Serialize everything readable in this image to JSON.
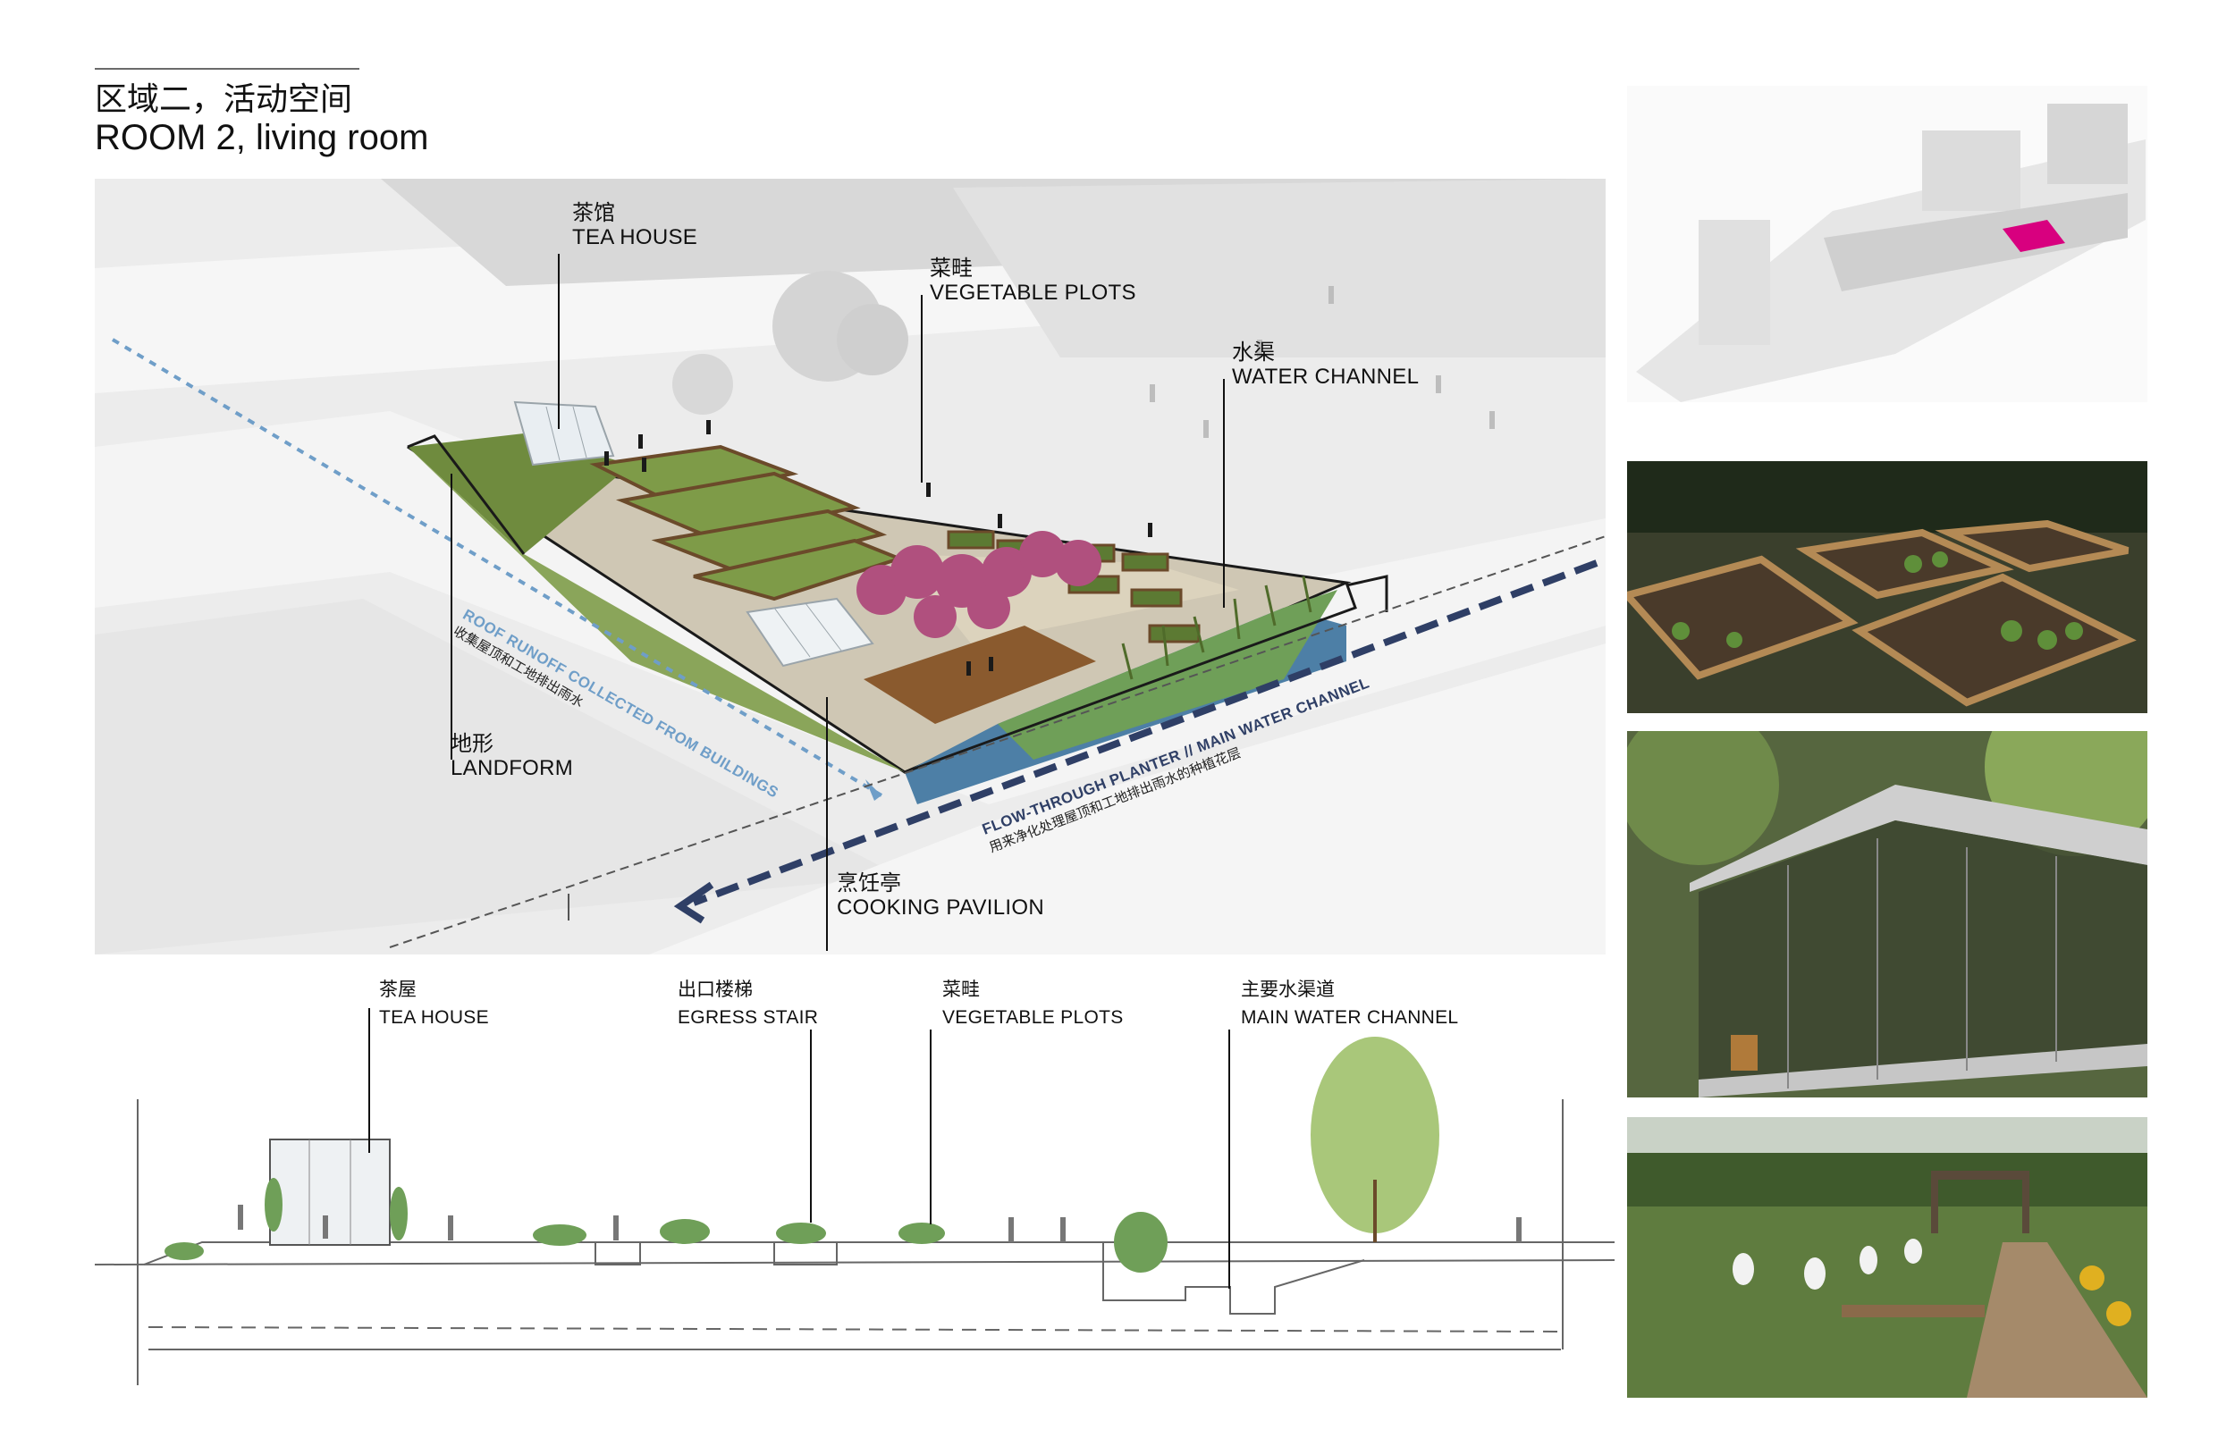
{
  "header": {
    "title_cn": "区域二，活动空间",
    "title_en": "ROOM 2, living room"
  },
  "plan_labels": {
    "tea_house": {
      "cn": "茶馆",
      "en": "TEA HOUSE"
    },
    "vegetable_plots": {
      "cn": "菜畦",
      "en": "VEGETABLE PLOTS"
    },
    "water_channel": {
      "cn": "水渠",
      "en": "WATER CHANNEL"
    },
    "landform": {
      "cn": "地形",
      "en": "LANDFORM"
    },
    "cooking_pavilion": {
      "cn": "烹饪亭",
      "en": "COOKING PAVILION"
    },
    "roof_runoff": {
      "en": "ROOF RUNOFF COLLECTED FROM BUILDINGS",
      "cn": "收集屋顶和工地排出雨水"
    },
    "flow_through": {
      "en": "FLOW-THROUGH PLANTER // MAIN WATER CHANNEL",
      "cn": "用来净化处理屋顶和工地排出雨水的种植花层"
    }
  },
  "section_labels": {
    "tea_house": {
      "cn": "茶屋",
      "en": "TEA HOUSE"
    },
    "egress_stair": {
      "cn": "出口楼梯",
      "en": "EGRESS STAIR"
    },
    "vegetable_plots": {
      "cn": "菜畦",
      "en": "VEGETABLE PLOTS"
    },
    "main_water_channel": {
      "cn": "主要水渠道",
      "en": "MAIN WATER CHANNEL"
    }
  },
  "colors": {
    "plan_bg": "#ececec",
    "lawn": "#7d9a4c",
    "deck": "#8a5a2e",
    "water": "#4d7fa6",
    "blossom": "#b0507e",
    "runoff_arrow": "#6f9ec8",
    "channel_arrow": "#2f3f66",
    "highlight": "#d8007f"
  },
  "icons": [
    "tea-house-icon",
    "greenhouse-icon",
    "tree-icon",
    "person-icon",
    "arrow-icon"
  ]
}
